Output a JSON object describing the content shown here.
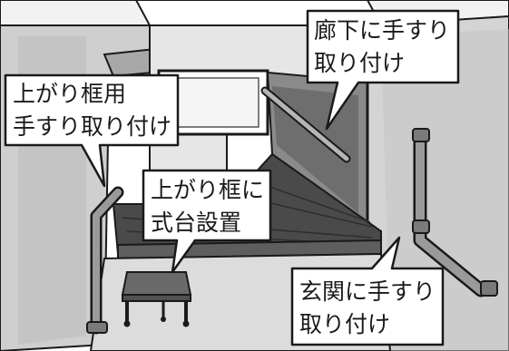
{
  "callouts": {
    "agarikamachi_handrail": {
      "line1": "上がり框用",
      "line2": "手すり取り付け"
    },
    "corridor_handrail": {
      "line1": "廊下に手すり",
      "line2": "取り付け"
    },
    "step_platform": {
      "line1": "上がり框に",
      "line2": "式台設置"
    },
    "entrance_handrail": {
      "line1": "玄関に手すり",
      "line2": "取り付け"
    }
  },
  "colors": {
    "ink": "#1a1a1a",
    "background": "#ffffff",
    "floor": "#d9d9d9",
    "wall_light": "#e6e6e6",
    "wall_mid": "#bfbfbf",
    "wall_dark": "#7a7a7a",
    "step_dark": "#4a4a4a",
    "handrail": "#8c8c8c"
  }
}
